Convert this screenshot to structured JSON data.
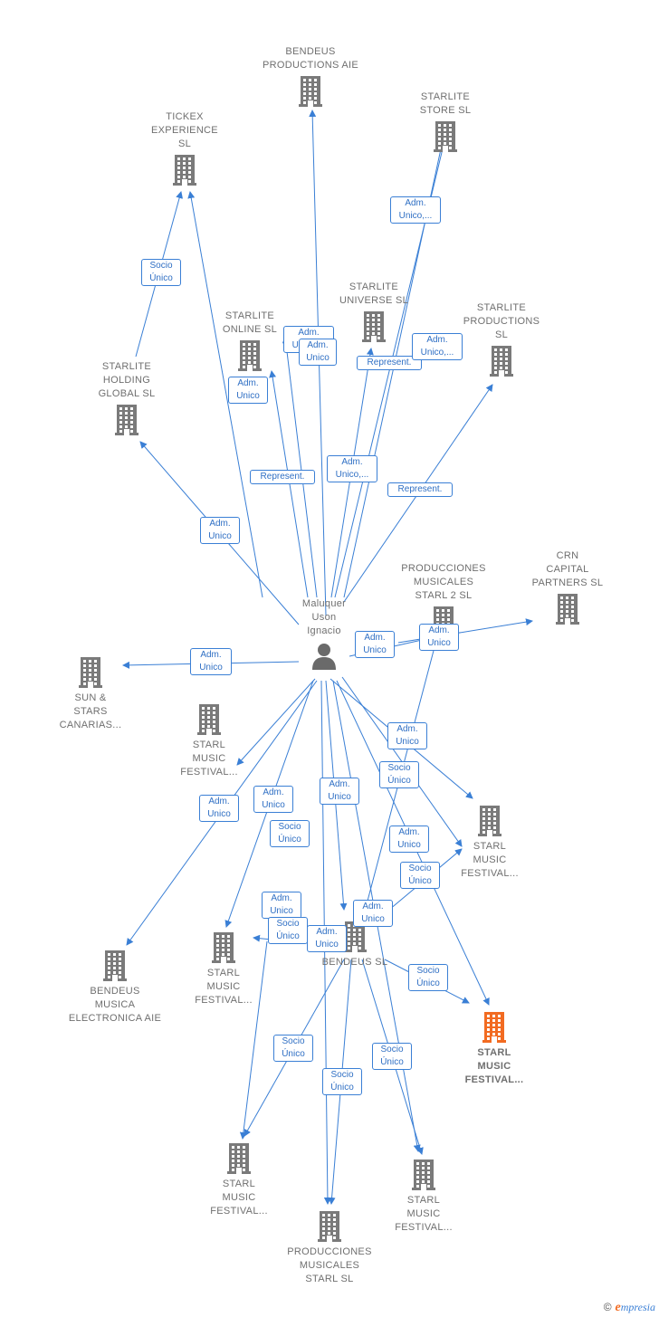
{
  "colors": {
    "edge": "#3a7fd5",
    "label_border": "#3a7fd5",
    "label_text": "#2f6fc4",
    "building": "#7a7a7a",
    "building_highlight": "#f26b21",
    "node_text": "#6f6f6f"
  },
  "person": {
    "label": "Maluquer\nUson\nIgnacio",
    "icon": "person-icon"
  },
  "nodes": [
    {
      "id": "bendeus-productions",
      "label": "BENDEUS\nPRODUCTIONS AIE",
      "icon": "building-icon"
    },
    {
      "id": "starlite-store",
      "label": "STARLITE\nSTORE  SL",
      "icon": "building-icon"
    },
    {
      "id": "tickex",
      "label": "TICKEX\nEXPERIENCE\nSL",
      "icon": "building-icon"
    },
    {
      "id": "starlite-universe",
      "label": "STARLITE\nUNIVERSE  SL",
      "icon": "building-icon"
    },
    {
      "id": "starlite-online",
      "label": "STARLITE\nONLINE  SL",
      "icon": "building-icon"
    },
    {
      "id": "starlite-productions",
      "label": "STARLITE\nPRODUCTIONS\nSL",
      "icon": "building-icon"
    },
    {
      "id": "starlite-holding",
      "label": "STARLITE\nHOLDING\nGLOBAL  SL",
      "icon": "building-icon"
    },
    {
      "id": "producciones-2",
      "label": "PRODUCCIONES\nMUSICALES\nSTARL 2  SL",
      "icon": "building-icon"
    },
    {
      "id": "crn-capital",
      "label": "CRN\nCAPITAL\nPARTNERS  SL",
      "icon": "building-icon"
    },
    {
      "id": "sun-stars",
      "label": "SUN &\nSTARS\nCANARIAS...",
      "icon": "building-icon"
    },
    {
      "id": "starl-festival-a",
      "label": "STARL\nMUSIC\nFESTIVAL...",
      "icon": "building-icon"
    },
    {
      "id": "starl-festival-b",
      "label": "STARL\nMUSIC\nFESTIVAL...",
      "icon": "building-icon"
    },
    {
      "id": "bendeus-sl",
      "label": "BENDEUS SL",
      "icon": "building-icon"
    },
    {
      "id": "bendeus-musica",
      "label": "BENDEUS\nMUSICA\nELECTRONICA AIE",
      "icon": "building-icon"
    },
    {
      "id": "starl-festival-c",
      "label": "STARL\nMUSIC\nFESTIVAL...",
      "icon": "building-icon"
    },
    {
      "id": "starl-festival-hl",
      "label": "STARL\nMUSIC\nFESTIVAL...",
      "icon": "building-icon-highlight",
      "highlight": true
    },
    {
      "id": "starl-festival-d",
      "label": "STARL\nMUSIC\nFESTIVAL...",
      "icon": "building-icon"
    },
    {
      "id": "starl-festival-e",
      "label": "STARL\nMUSIC\nFESTIVAL...",
      "icon": "building-icon"
    },
    {
      "id": "producciones-1",
      "label": "PRODUCCIONES\nMUSICALES\nSTARL  SL",
      "icon": "building-icon"
    }
  ],
  "relations": [
    {
      "label": "Socio\nÚnico"
    },
    {
      "label": "Adm.\nUnico,..."
    },
    {
      "label": "Adm.\nUnico,..."
    },
    {
      "label": "Adm.\nUnico"
    },
    {
      "label": "Represent."
    },
    {
      "label": "Adm.\nUnico,..."
    },
    {
      "label": "Adm.\nUnico"
    },
    {
      "label": "Represent."
    },
    {
      "label": "Adm.\nUnico,..."
    },
    {
      "label": "Represent."
    },
    {
      "label": "Adm.\nUnico"
    },
    {
      "label": "Adm.\nUnico"
    },
    {
      "label": "Adm.\nUnico"
    },
    {
      "label": "Adm.\nUnico"
    },
    {
      "label": "Adm.\nUnico"
    },
    {
      "label": "Socio\nÚnico"
    },
    {
      "label": "Adm.\nUnico"
    },
    {
      "label": "Adm.\nUnico"
    },
    {
      "label": "Adm.\nUnico"
    },
    {
      "label": "Socio\nÚnico"
    },
    {
      "label": "Adm.\nUnico"
    },
    {
      "label": "Socio\nÚnico"
    },
    {
      "label": "Adm.\nUnico"
    },
    {
      "label": "Adm.\nUnico"
    },
    {
      "label": "Socio\nÚnico"
    },
    {
      "label": "Adm.\nUnico"
    },
    {
      "label": "Socio\nÚnico"
    },
    {
      "label": "Socio\nÚnico"
    },
    {
      "label": "Socio\nÚnico"
    },
    {
      "label": "Socio\nÚnico"
    }
  ],
  "footer": {
    "copyright": "©",
    "brand_initial": "e",
    "brand_rest": "mpresia"
  }
}
